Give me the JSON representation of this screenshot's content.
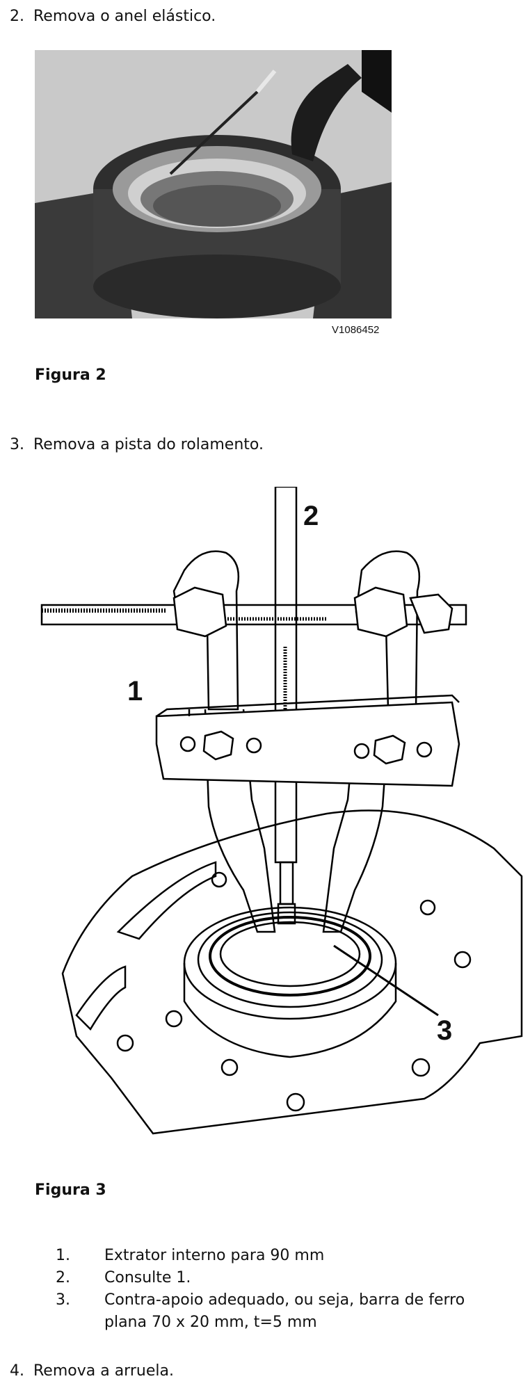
{
  "step2": {
    "num": "2.",
    "text": "Remova o anel elástico."
  },
  "photo": {
    "code": "V1086452"
  },
  "figure2": {
    "caption": "Figura 2"
  },
  "step3": {
    "num": "3.",
    "text": "Remova a pista do rolamento."
  },
  "drawing": {
    "callouts": [
      "1",
      "2",
      "3"
    ]
  },
  "figure3": {
    "caption": "Figura 3"
  },
  "legend": [
    {
      "num": "1.",
      "text": "Extrator interno para 90 mm"
    },
    {
      "num": "2.",
      "text": "Consulte 1."
    },
    {
      "num": "3.",
      "text": "Contra-apoio adequado, ou seja, barra de ferro plana 70 x 20 mm, t=5 mm"
    }
  ],
  "step4": {
    "num": "4.",
    "text": "Remova a arruela."
  }
}
